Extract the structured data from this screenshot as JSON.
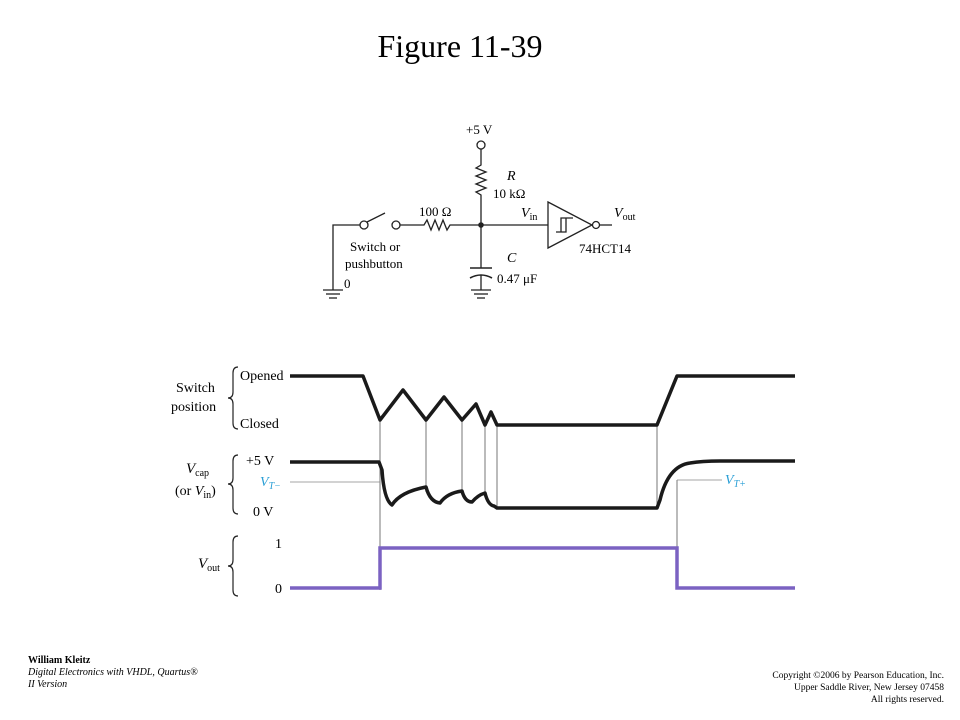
{
  "title": "Figure 11-39",
  "circuit": {
    "supply_label": "+5 V",
    "resistor_name": "R",
    "resistor_value": "10 kΩ",
    "series_resistor_value": "100 Ω",
    "vin_main": "V",
    "vin_sub": "in",
    "vout_main": "V",
    "vout_sub": "out",
    "capacitor_name": "C",
    "capacitor_value": "0.47 μF",
    "chip_label": "74HCT14",
    "switch_label_line1": "Switch or",
    "switch_label_line2": "pushbutton",
    "ground_label": "0"
  },
  "timing": {
    "switch_row_label_line1": "Switch",
    "switch_row_label_line2": "position",
    "switch_opened": "Opened",
    "switch_closed": "Closed",
    "vcap_main": "V",
    "vcap_sub": "cap",
    "vcap_alt_prefix": "(or ",
    "vcap_alt_main": "V",
    "vcap_alt_sub": "in",
    "vcap_alt_suffix": ")",
    "vcap_high": "+5 V",
    "vcap_low": "0 V",
    "vt_minus_main": "V",
    "vt_minus_sub": "T−",
    "vt_plus_main": "V",
    "vt_plus_sub": "T+",
    "vout_main": "V",
    "vout_sub": "out",
    "vout_high": "1",
    "vout_low": "0"
  },
  "colors": {
    "threshold_label": "#2a9fd6",
    "vout_trace": "#7b62c2",
    "trace": "#1a1a1a"
  },
  "footer": {
    "author": "William Kleitz",
    "book_line1": "Digital Electronics with VHDL, Quartus®",
    "book_line2": "II Version",
    "copyright_line1": "Copyright ©2006 by Pearson Education, Inc.",
    "copyright_line2": "Upper Saddle River, New Jersey 07458",
    "copyright_line3": "All rights reserved."
  }
}
